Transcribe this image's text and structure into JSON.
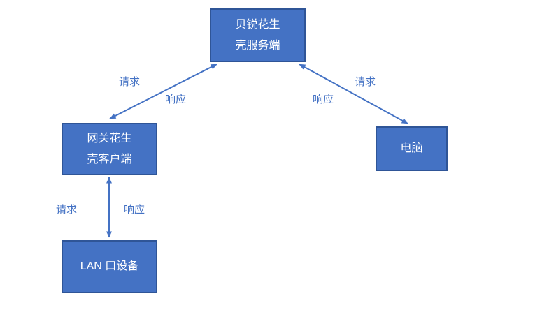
{
  "colors": {
    "box_fill": "#4472C4",
    "box_border": "#2F5597",
    "arrow": "#4472C4",
    "label": "#4472C4"
  },
  "nodes": {
    "server": {
      "lines": [
        "贝锐花生",
        "壳服务端"
      ]
    },
    "gateway": {
      "lines": [
        "网关花生",
        "壳客户端"
      ]
    },
    "pc": {
      "lines": [
        "电脑"
      ]
    },
    "lan": {
      "lines": [
        "LAN 口设备"
      ]
    }
  },
  "edge_labels": {
    "gateway_server": {
      "request": "请求",
      "response": "响应"
    },
    "server_pc": {
      "request": "请求",
      "response": "响应"
    },
    "lan_gateway": {
      "request": "请求",
      "response": "响应"
    }
  }
}
